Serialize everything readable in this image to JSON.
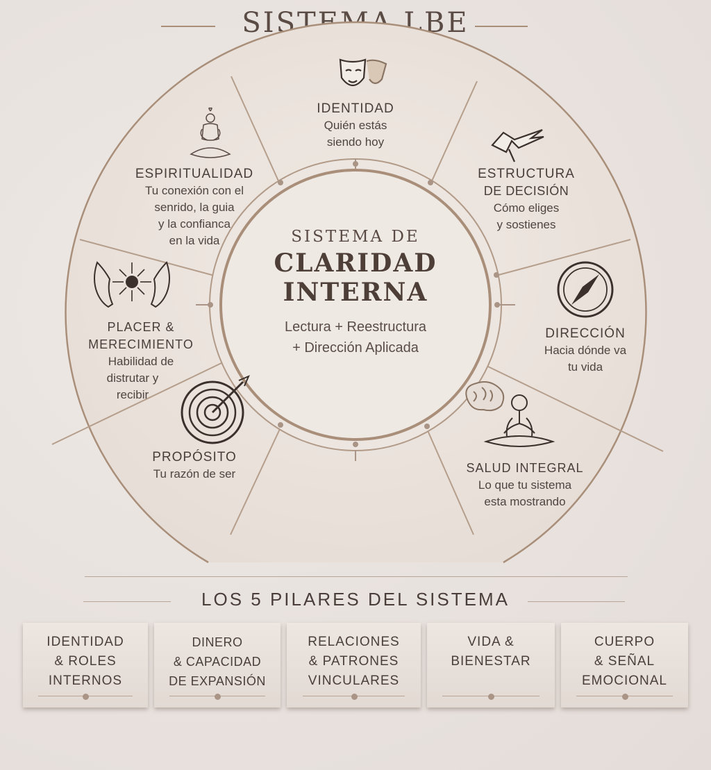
{
  "title": "SISTEMA LBE",
  "center": {
    "top": "SISTEMA DE",
    "main1": "CLARIDAD",
    "main2": "INTERNA",
    "sub1": "Lectura + Reestructura",
    "sub2": "+ Dirección Aplicada"
  },
  "segments": [
    {
      "label": [
        "IDENTIDAD"
      ],
      "desc": [
        "Quién estás",
        "siendo hoy"
      ],
      "icon": "theater-masks-icon"
    },
    {
      "label": [
        "ESTRUCTURA",
        "DE DECISIÓN"
      ],
      "desc": [
        "Cómo eliges",
        "y sostienes"
      ],
      "icon": "arrows-icon"
    },
    {
      "label": [
        "DIRECCIÓN"
      ],
      "desc": [
        "Hacia dónde va",
        "tu vida"
      ],
      "icon": "compass-icon"
    },
    {
      "label": [
        "SALUD INTEGRAL"
      ],
      "desc": [
        "Lo que tu sistema",
        "esta mostrando"
      ],
      "icon": "meditation-brain-icon"
    },
    {
      "label": [
        "PROPÓSITO"
      ],
      "desc": [
        "Tu razón de ser"
      ],
      "icon": "target-arrow-icon"
    },
    {
      "label": [
        "PLACER &",
        "MERECIMIENTO"
      ],
      "desc": [
        "Habilidad de",
        "distrutar y",
        "recibir"
      ],
      "icon": "hands-light-icon"
    },
    {
      "label": [
        "ESPIRITUALIDAD"
      ],
      "desc": [
        "Tu conexión con el",
        "senrido, la guia",
        "y la confianca",
        "en la vida"
      ],
      "icon": "meditating-person-icon"
    }
  ],
  "pillars_title": "LOS 5 PILARES DEL SISTEMA",
  "pillars": [
    "IDENTIDAD\n& ROLES\nINTERNOS",
    "DINERO\n& CAPACIDAD\nDE EXPANSIÓN",
    "RELACIONES\n& PATRONES\nVINCULARES",
    "VIDA &\nBIENESTAR",
    "CUERPO\n& SEÑAL\nEMOCIONAL"
  ],
  "colors": {
    "line": "#a98f7a",
    "text": "#4a3e3a",
    "fill": "#ede6e0"
  }
}
